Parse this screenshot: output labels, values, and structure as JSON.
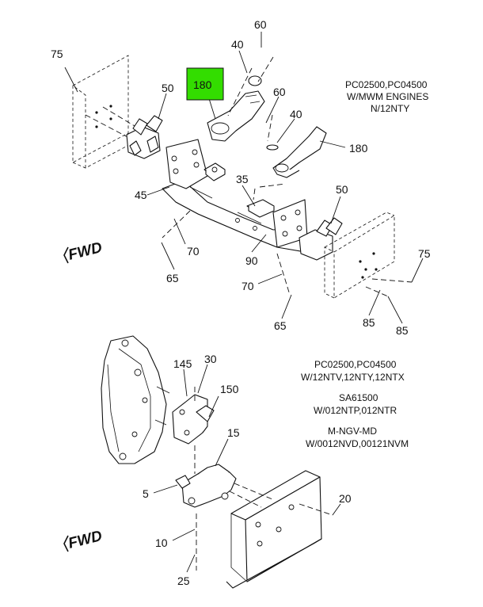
{
  "colors": {
    "highlight": "#33dd00",
    "ink": "#111111",
    "background": "#ffffff"
  },
  "upper_assembly": {
    "callouts": [
      "75",
      "50",
      "40",
      "60",
      "180",
      "60",
      "40",
      "180",
      "45",
      "35",
      "50",
      "70",
      "65",
      "90",
      "70",
      "65",
      "75",
      "85",
      "85"
    ],
    "note_lines": [
      "PC02500,PC04500",
      "W/MWM ENGINES",
      "N/12NTY"
    ],
    "fwd_label": "FWD",
    "highlighted_callout": "180"
  },
  "lower_assembly": {
    "callouts": [
      "145",
      "30",
      "150",
      "15",
      "5",
      "20",
      "10",
      "25"
    ],
    "note_groups": [
      [
        "PC02500,PC04500",
        "W/12NTV,12NTY,12NTX"
      ],
      [
        "SA61500",
        "W/012NTP,012NTR"
      ],
      [
        "M-NGV-MD",
        "W/0012NVD,00121NVM"
      ]
    ],
    "fwd_label": "FWD"
  }
}
